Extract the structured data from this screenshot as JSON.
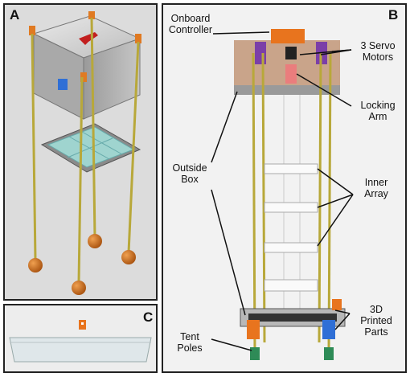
{
  "panels": {
    "a": {
      "label": "A"
    },
    "b": {
      "label": "B"
    },
    "c": {
      "label": "C"
    }
  },
  "callouts": {
    "onboard_controller_1": "Onboard",
    "onboard_controller_2": "Controller",
    "servo_1": "3 Servo",
    "servo_2": "Motors",
    "locking_arm_1": "Locking",
    "locking_arm_2": "Arm",
    "outside_box_1": "Outside",
    "outside_box_2": "Box",
    "inner_array_1": "Inner",
    "inner_array_2": "Array",
    "printed_parts_1": "3D",
    "printed_parts_2": "Printed",
    "printed_parts_3": "Parts",
    "tent_poles_1": "Tent",
    "tent_poles_2": "Poles"
  },
  "colors": {
    "frame": "#222222",
    "cad_background": "#dcdcdc",
    "photo_background": "#f2f2f2",
    "pole_yellow": "#b8a83a",
    "servo_purple": "#7b3fa8",
    "printed_orange": "#e8741e",
    "printed_blue": "#2f6fd6",
    "weight_orange": "#c96a1c"
  }
}
